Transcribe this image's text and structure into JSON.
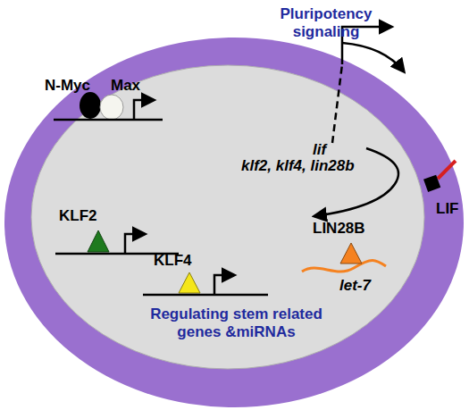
{
  "diagram": {
    "labels": [
      "Pluripotency signaling",
      "LIF",
      "lif",
      "N-Myc",
      "Max",
      "klf2, klf4, lin28b",
      "KLF2",
      "KLF4",
      "LIN28B",
      "let-7",
      "Regulating stem related genes &miRNAs"
    ]
  }
}
